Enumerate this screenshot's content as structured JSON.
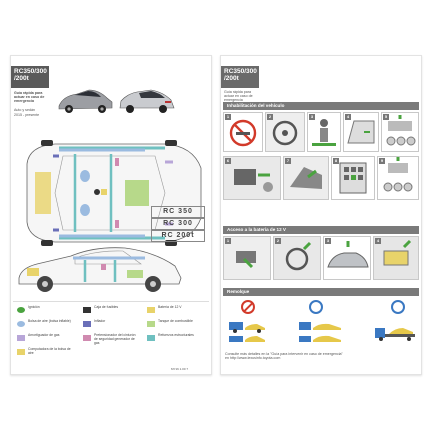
{
  "left": {
    "model": "RC350/300\n/200t",
    "guide_title": "Guía rápida para actuar en caso de emergencia",
    "vehicle": "Auto y sedán",
    "years": "2015 - presente",
    "badges": [
      "RC 350",
      "RC 300",
      "RC 200t"
    ],
    "legend": [
      {
        "label": "Ignición",
        "color": "#4aa33f",
        "shape": "circle"
      },
      {
        "label": "Caja de fusibles",
        "color": "#333333",
        "shape": "rect"
      },
      {
        "label": "Batería de 12 V",
        "color": "#e8d36a",
        "shape": "rect"
      },
      {
        "label": "Bolsa de aire (bolsa inflable)",
        "color": "#9bbbe0",
        "shape": "circle"
      },
      {
        "label": "Inflador",
        "color": "#6a6fb8",
        "shape": "rect"
      },
      {
        "label": "Tanque de combustible",
        "color": "#b7d98a",
        "shape": "rect"
      },
      {
        "label": "Amortiguador de gas",
        "color": "#b8a6d8",
        "shape": "rect"
      },
      {
        "label": "Pretensionador del cinturón de seguridad generador de gas",
        "color": "#d08ab0",
        "shape": "rect"
      },
      {
        "label": "Refuerzos estructurales",
        "color": "#6fc0c0",
        "shape": "rect"
      },
      {
        "label": "Computadora de la bolsa de aire",
        "color": "#e8d36a",
        "shape": "rect"
      }
    ],
    "footer_code": "MY16 1.00 7"
  },
  "right": {
    "model": "RC350/300\n/200t",
    "sub": "Guía rápida para actuar en caso de emergencia",
    "sec1": "Inhabilitación del vehículo",
    "sec2": "Acceso a la batería de 12 V",
    "sec3": "Remolque",
    "footer": "Consulte más detalles en la \"Guía para intervenir en caso de emergencia\" en http://www.lexusinfo.toyota.com"
  },
  "colors": {
    "accent_gray": "#7a7a7a",
    "airbag": "#9bbbe0",
    "fuel": "#b7d98a",
    "inflator": "#6a6fb8"
  }
}
